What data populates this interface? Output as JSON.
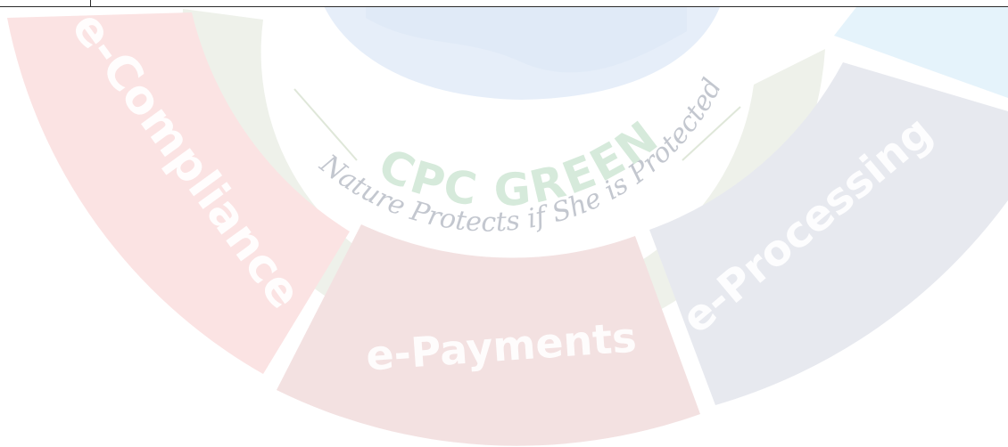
{
  "logo": {
    "motto_arc": "Nature Protects if She is Protected",
    "brand_text": "CPC GREEN"
  },
  "segments": [
    {
      "label": "e-Compliance",
      "color": "#fbe3e3"
    },
    {
      "label": "e-Payments",
      "color": "#f3e1e1"
    },
    {
      "label": "e-Processing",
      "color": "#e7e9ef"
    },
    {
      "label": "",
      "color": "#e5f3fb"
    }
  ],
  "colors": {
    "outer_ring": "#eef1ea",
    "emblem_blue": "#e6eef9",
    "motto_text": "#c3c7cf",
    "brand_green": "#d6eadb"
  }
}
